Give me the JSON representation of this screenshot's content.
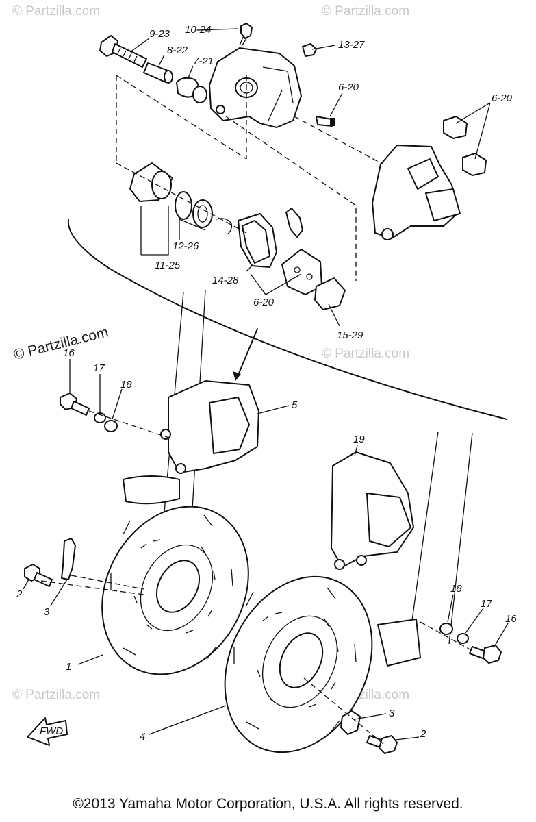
{
  "watermark": {
    "brand": "© Partzilla.com"
  },
  "part_labels": {
    "p_9_23": "9-23",
    "p_10_24": "10-24",
    "p_8_22": "8-22",
    "p_7_21": "7-21",
    "p_13_27": "13-27",
    "p_6_20_a": "6-20",
    "p_6_20_b": "6-20",
    "p_12_26": "12-26",
    "p_11_25": "11-25",
    "p_14_28": "14-28",
    "p_6_20_c": "6-20",
    "p_15_29": "15-29",
    "p_16_a": "16",
    "p_17_a": "17",
    "p_18_a": "18",
    "p_5": "5",
    "p_19": "19",
    "p_2_a": "2",
    "p_3_a": "3",
    "p_1": "1",
    "p_18_b": "18",
    "p_17_b": "17",
    "p_16_b": "16",
    "p_4": "4",
    "p_3_b": "3",
    "p_2_b": "2"
  },
  "fwd_label": "FWD",
  "footer": {
    "copyright": "©2013  Yamaha Motor Corporation, U.S.A. All rights reserved."
  }
}
